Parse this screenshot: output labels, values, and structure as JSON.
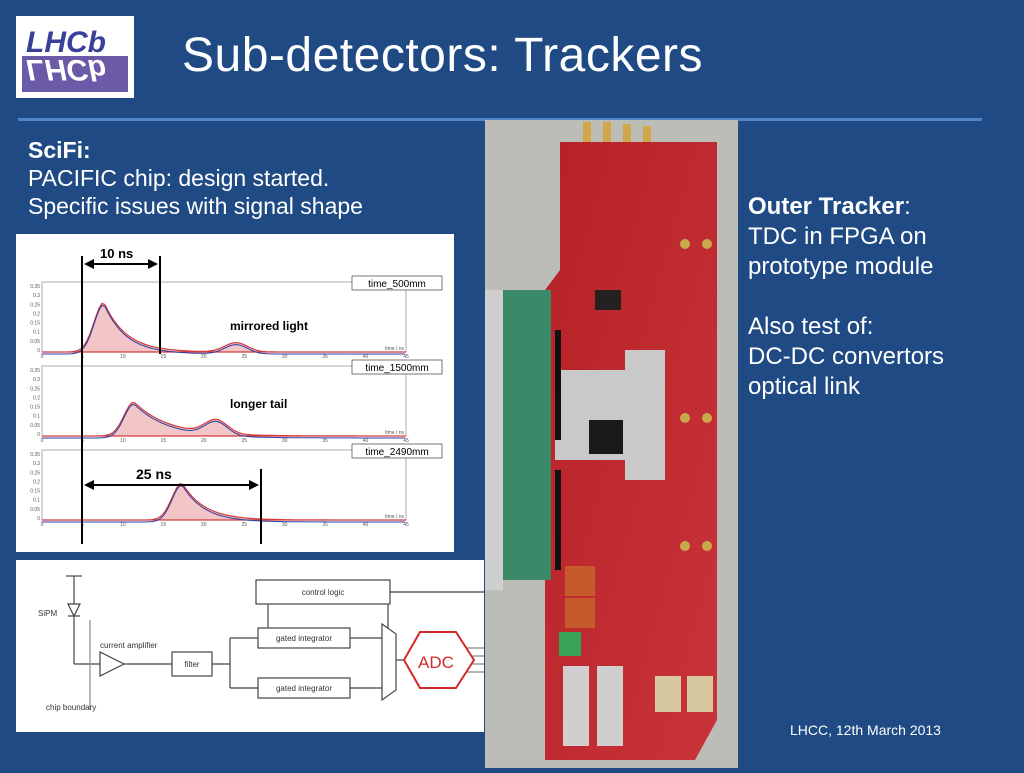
{
  "header": {
    "logo_text": "LHCb",
    "title": "Sub-detectors: Trackers"
  },
  "scifi": {
    "label": "SciFi",
    "label_suffix": ":",
    "line1": "PACIFIC chip: design started.",
    "line2": "Specific issues with signal shape"
  },
  "plots": {
    "panels": [
      {
        "label": "time_500mm",
        "annotation": "mirrored light"
      },
      {
        "label": "time_1500mm",
        "annotation": "longer tail"
      },
      {
        "label": "time_2490mm",
        "annotation": ""
      }
    ],
    "marker_top": "10 ns",
    "marker_bottom": "25 ns",
    "yticks": [
      "0.35",
      "0.3",
      "0.25",
      "0.2",
      "0.15",
      "0.1",
      "0.05",
      "0"
    ],
    "xticks": [
      "0",
      "5",
      "10",
      "15",
      "20",
      "25",
      "30",
      "35",
      "40",
      "45"
    ],
    "xunit": "time / ns",
    "colors": {
      "signal": "#d43a3a",
      "fit": "#2a3ea8",
      "fill": "#f2c6c6"
    }
  },
  "circuit": {
    "sipm": "SiPM",
    "amplifier": "current amplifier",
    "filter": "filter",
    "control": "control logic",
    "integrator1": "gated integrator",
    "integrator2": "gated integrator",
    "adc": "ADC",
    "boundary": "chip boundary"
  },
  "outer_tracker": {
    "label": "Outer Tracker",
    "label_suffix": ":",
    "line1": "TDC in FPGA on",
    "line2": "prototype module",
    "line3": "Also test of:",
    "line4": "DC-DC convertors",
    "line5": "optical link"
  },
  "footer": {
    "text": "LHCC, 12th March 2013"
  },
  "colors": {
    "background": "#1f4a83",
    "rule": "#4f86c6",
    "board": "#b8262b",
    "adc": "#d42a2a"
  }
}
